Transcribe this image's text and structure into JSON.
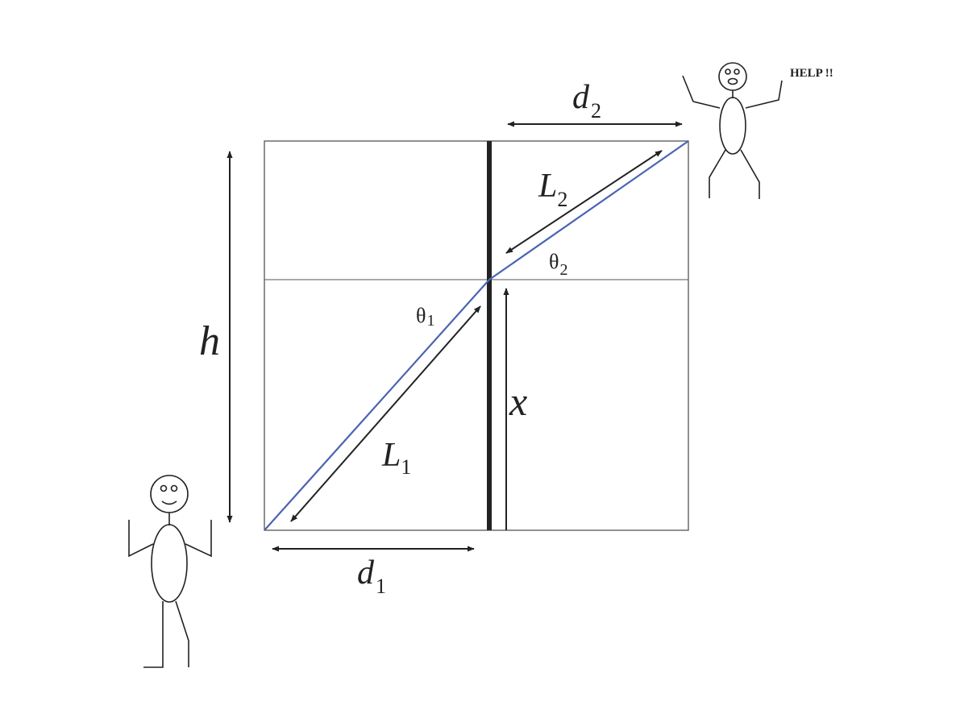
{
  "labels": {
    "d2": {
      "main": "d",
      "sub": "2"
    },
    "d1": {
      "main": "d",
      "sub": "1"
    },
    "L2": {
      "main": "L",
      "sub": "2"
    },
    "L1": {
      "main": "L",
      "sub": "1"
    },
    "theta1": {
      "main": "θ",
      "sub": "1"
    },
    "theta2": {
      "main": "θ",
      "sub": "2"
    },
    "h": "h",
    "x": "x",
    "help": "HELP !!"
  },
  "colors": {
    "path": "#4a64b4",
    "lines": "#222222",
    "grid": "#555555"
  },
  "icons": [
    "stick-figure-person",
    "stick-figure-person-waving"
  ]
}
